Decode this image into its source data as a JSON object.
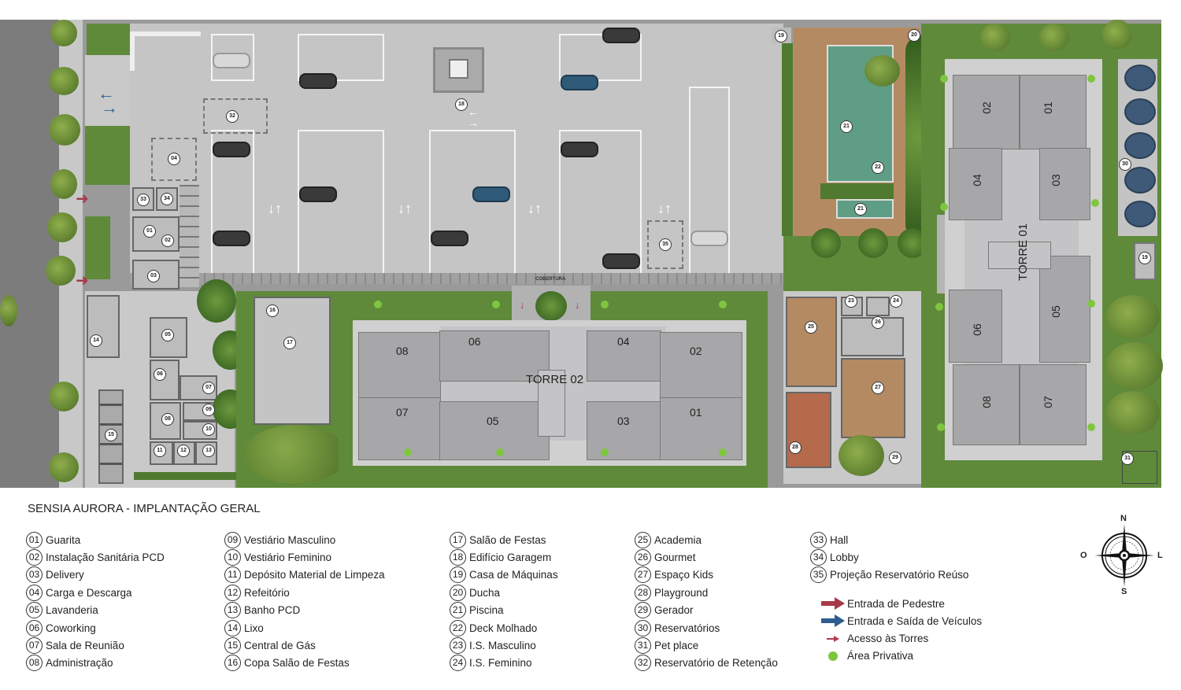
{
  "title": "SENSIA AURORA - IMPLANTAÇÃO GERAL",
  "map": {
    "cover_label": "COBERTURA",
    "towers": [
      {
        "name": "TORRE 01",
        "units": [
          "01",
          "02",
          "03",
          "04",
          "05",
          "06",
          "07",
          "08"
        ]
      },
      {
        "name": "TORRE 02",
        "units": [
          "01",
          "02",
          "03",
          "04",
          "05",
          "06",
          "07",
          "08"
        ]
      }
    ],
    "markers": [
      "01",
      "02",
      "03",
      "04",
      "05",
      "06",
      "07",
      "08",
      "09",
      "10",
      "11",
      "12",
      "13",
      "14",
      "15",
      "16",
      "17",
      "18",
      "19",
      "19",
      "20",
      "21",
      "21",
      "22",
      "23",
      "24",
      "25",
      "26",
      "27",
      "28",
      "29",
      "30",
      "31",
      "32",
      "33",
      "34",
      "35"
    ]
  },
  "legend": {
    "columns": [
      [
        {
          "num": "01",
          "label": "Guarita"
        },
        {
          "num": "02",
          "label": "Instalação Sanitária PCD"
        },
        {
          "num": "03",
          "label": "Delivery"
        },
        {
          "num": "04",
          "label": "Carga e Descarga"
        },
        {
          "num": "05",
          "label": "Lavanderia"
        },
        {
          "num": "06",
          "label": "Coworking"
        },
        {
          "num": "07",
          "label": "Sala de Reunião"
        },
        {
          "num": "08",
          "label": "Administração"
        }
      ],
      [
        {
          "num": "09",
          "label": "Vestiário Masculino"
        },
        {
          "num": "10",
          "label": "Vestiário Feminino"
        },
        {
          "num": "11",
          "label": "Depósito Material de Limpeza"
        },
        {
          "num": "12",
          "label": "Refeitório"
        },
        {
          "num": "13",
          "label": "Banho PCD"
        },
        {
          "num": "14",
          "label": "Lixo"
        },
        {
          "num": "15",
          "label": "Central de Gás"
        },
        {
          "num": "16",
          "label": "Copa Salão de Festas"
        }
      ],
      [
        {
          "num": "17",
          "label": "Salão de Festas"
        },
        {
          "num": "18",
          "label": "Edifício Garagem"
        },
        {
          "num": "19",
          "label": "Casa de Máquinas"
        },
        {
          "num": "20",
          "label": "Ducha"
        },
        {
          "num": "21",
          "label": "Piscina"
        },
        {
          "num": "22",
          "label": "Deck Molhado"
        },
        {
          "num": "23",
          "label": "I.S. Masculino"
        },
        {
          "num": "24",
          "label": "I.S. Feminino"
        }
      ],
      [
        {
          "num": "25",
          "label": "Academia"
        },
        {
          "num": "26",
          "label": "Gourmet"
        },
        {
          "num": "27",
          "label": "Espaço Kids"
        },
        {
          "num": "28",
          "label": "Playground"
        },
        {
          "num": "29",
          "label": "Gerador"
        },
        {
          "num": "30",
          "label": "Reservatórios"
        },
        {
          "num": "31",
          "label": "Pet place"
        },
        {
          "num": "32",
          "label": "Reservatório de Retenção"
        }
      ],
      [
        {
          "num": "33",
          "label": "Hall"
        },
        {
          "num": "34",
          "label": "Lobby"
        },
        {
          "num": "35",
          "label": "Projeção Reservatório Reúso"
        }
      ]
    ],
    "keys": [
      {
        "icon": "pedestrian-entrance-arrow",
        "color": "#a63a4a",
        "label": "Entrada de Pedestre"
      },
      {
        "icon": "vehicle-entrance-arrow",
        "color": "#2e5d8f",
        "label": "Entrada e Saída de Veículos"
      },
      {
        "icon": "tower-access-arrow",
        "color": "#b03a4e",
        "label": "Acesso às Torres"
      },
      {
        "icon": "private-area-dot",
        "color": "#7ec640",
        "label": "Área Privativa"
      }
    ]
  },
  "compass": {
    "n": "N",
    "s": "S",
    "e": "L",
    "w": "O"
  },
  "colors": {
    "grass": "#5f8a3a",
    "parking": "#c5c5c5",
    "deck": "#b48a62",
    "pool": "#5f9e84",
    "building": "#a7a7a9",
    "private_dot": "#7ec640"
  }
}
